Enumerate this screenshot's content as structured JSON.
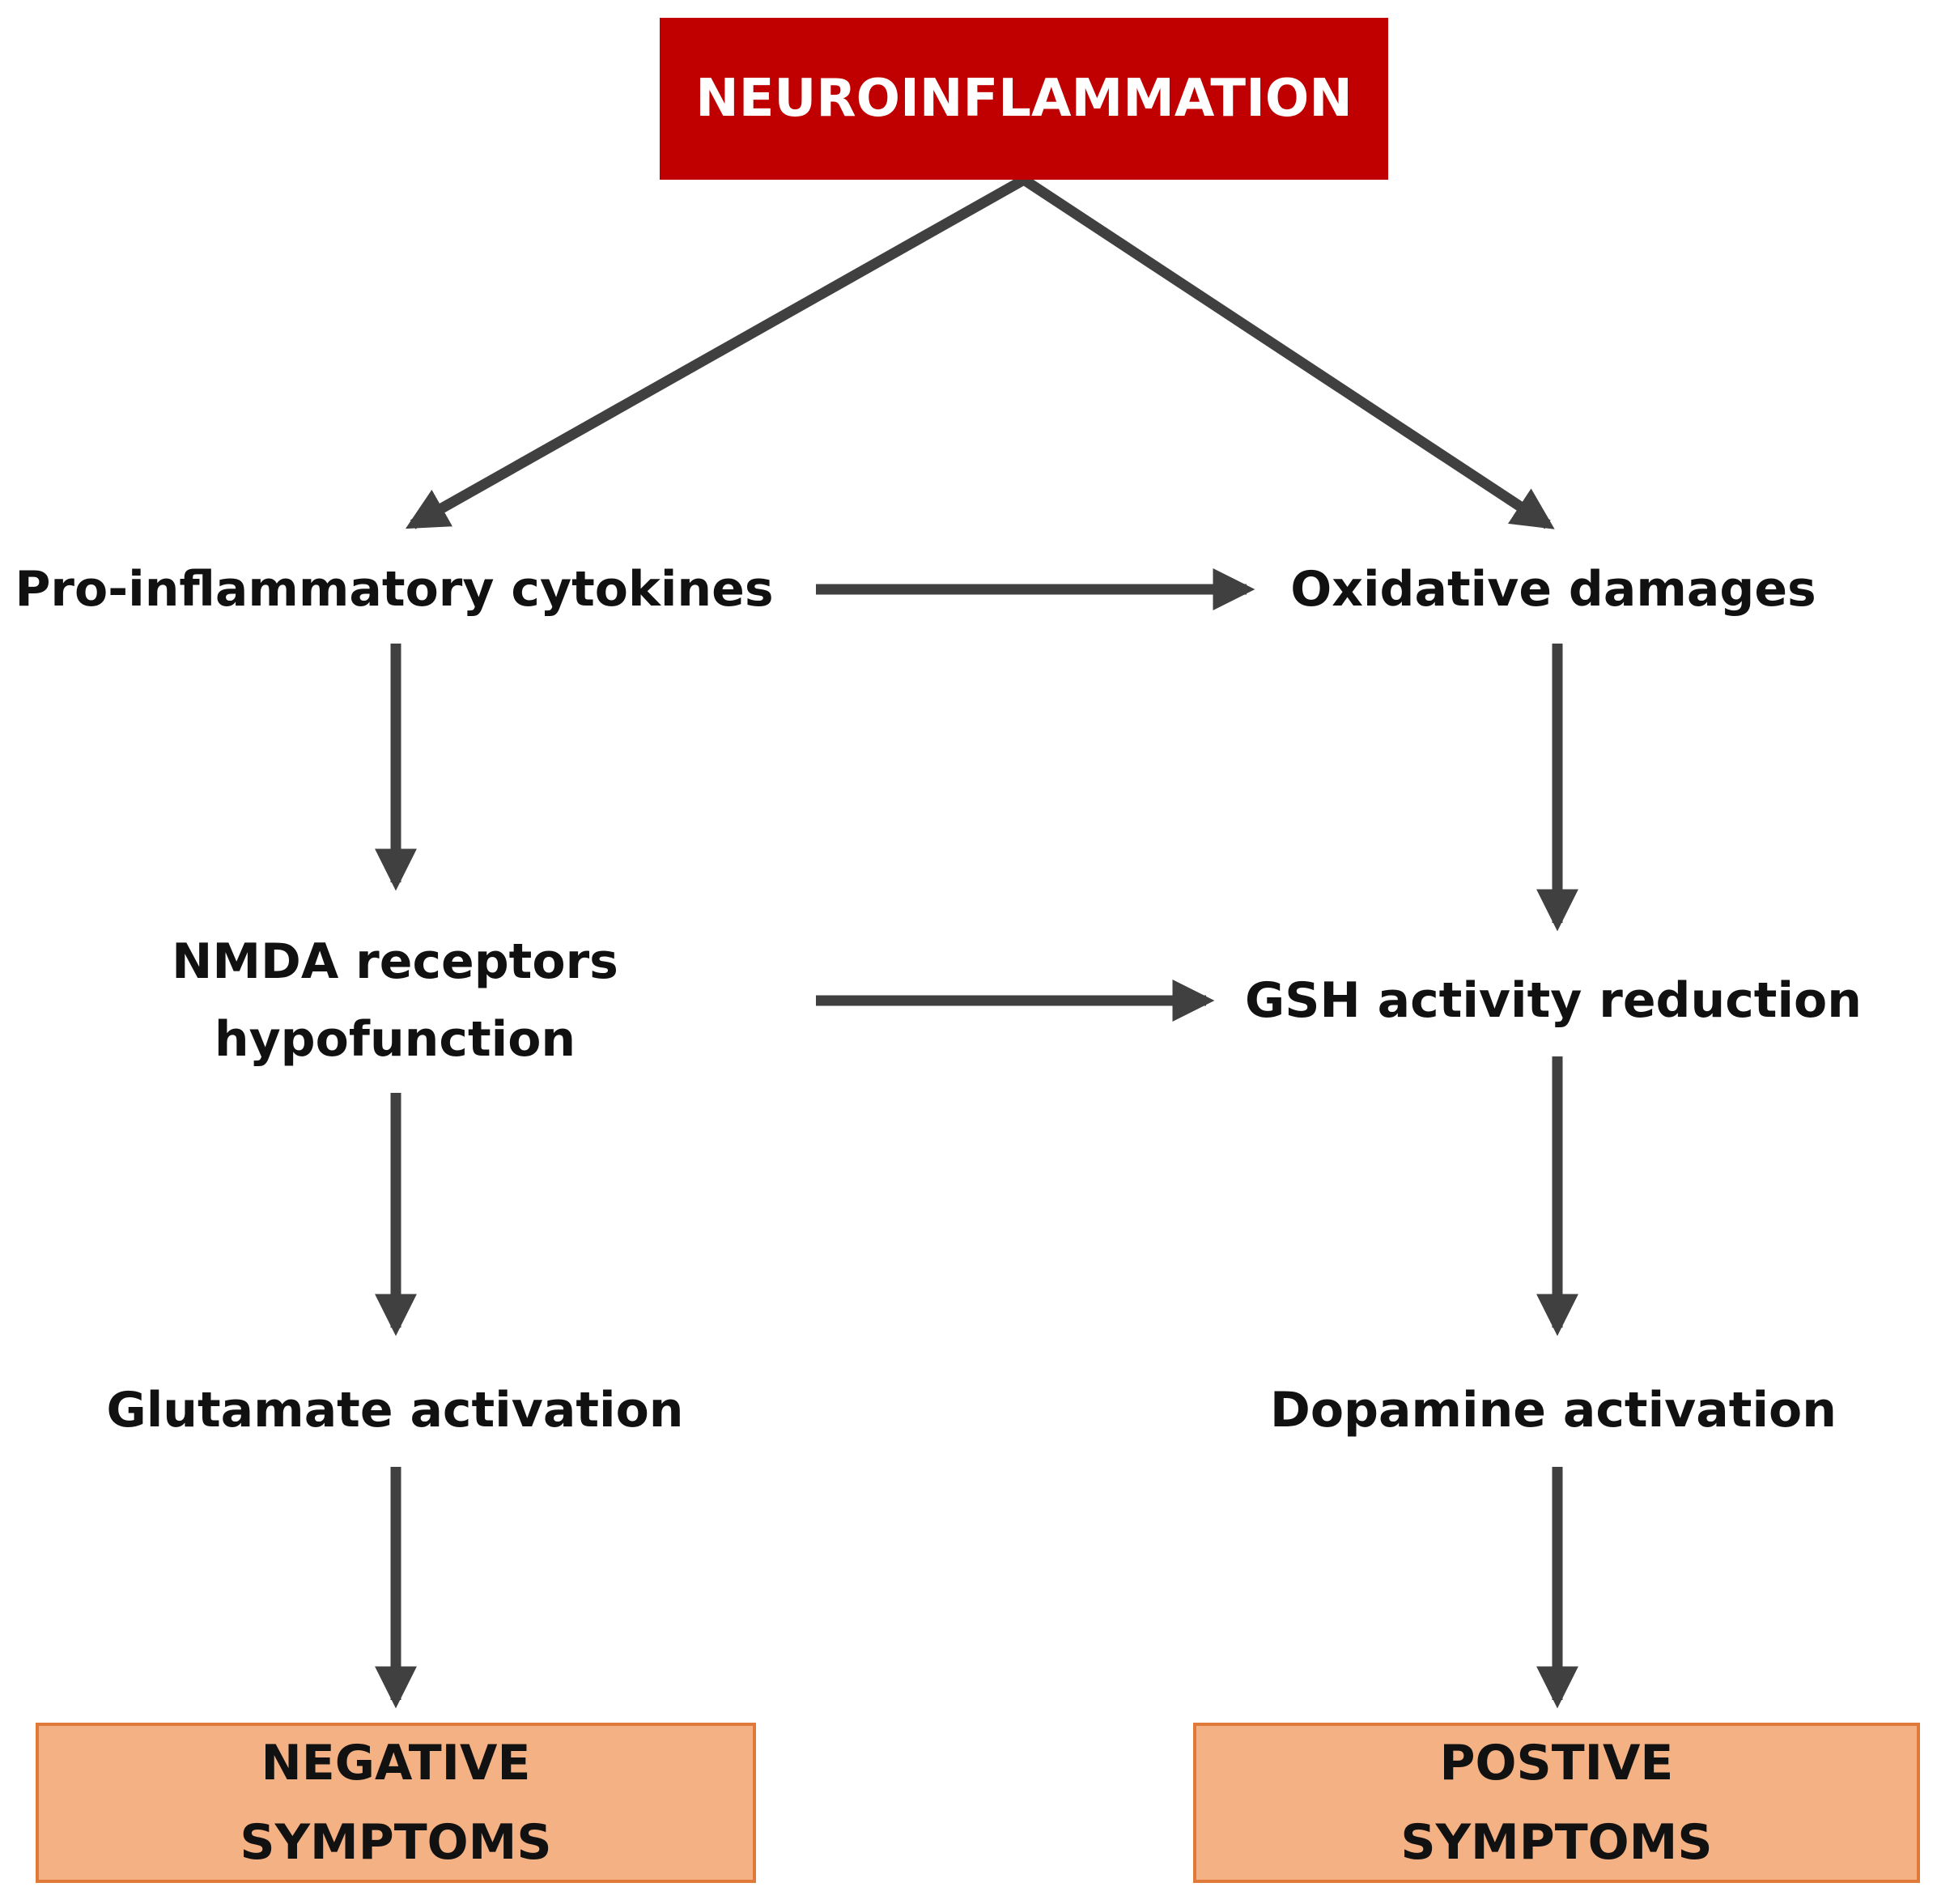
{
  "colors": {
    "top_box_fill": "#C00000",
    "top_box_text": "#FFFFFF",
    "bottom_box_fill": "#F4B183",
    "bottom_box_border": "#E07A3A",
    "arrow": "#404040",
    "text": "#111111"
  },
  "nodes": {
    "neuroinflammation": "NEUROINFLAMMATION",
    "cytokines": "Pro-inflammatory cytokines",
    "oxidative": "Oxidative damages",
    "nmda": "NMDA receptors\nhypofunction",
    "gsh": "GSH activity reduction",
    "glutamate": "Glutamate activation",
    "dopamine": "Dopamine activation",
    "negative": "NEGATIVE\nSYMPTOMS",
    "positive": "POSTIVE\nSYMPTOMS"
  },
  "edges": [
    {
      "from": "neuroinflammation",
      "to": "cytokines"
    },
    {
      "from": "neuroinflammation",
      "to": "oxidative"
    },
    {
      "from": "cytokines",
      "to": "oxidative"
    },
    {
      "from": "cytokines",
      "to": "nmda"
    },
    {
      "from": "oxidative",
      "to": "gsh"
    },
    {
      "from": "nmda",
      "to": "gsh"
    },
    {
      "from": "nmda",
      "to": "glutamate"
    },
    {
      "from": "gsh",
      "to": "dopamine"
    },
    {
      "from": "glutamate",
      "to": "negative"
    },
    {
      "from": "dopamine",
      "to": "positive"
    }
  ]
}
